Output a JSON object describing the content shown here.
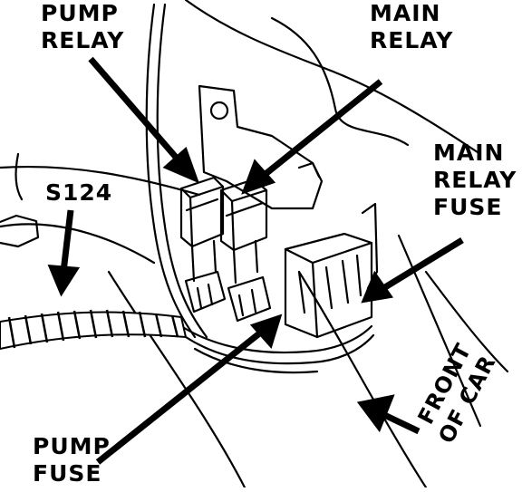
{
  "labels": {
    "pump_relay": [
      "PUMP",
      "RELAY"
    ],
    "main_relay": [
      "MAIN",
      "RELAY"
    ],
    "main_relay_fuse": [
      "MAIN",
      "RELAY",
      "FUSE"
    ],
    "splice": "S124",
    "pump_fuse": [
      "PUMP",
      "FUSE"
    ],
    "front_of_car": [
      "FRONT",
      "OF CAR"
    ]
  },
  "colors": {
    "ink": "#000000",
    "paper": "#ffffff"
  }
}
